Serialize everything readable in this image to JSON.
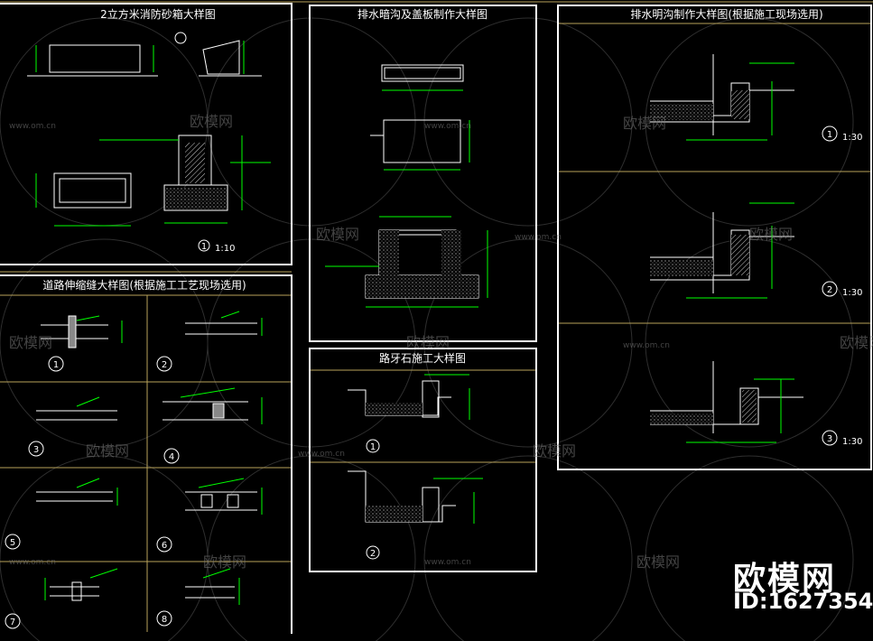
{
  "panels": {
    "sand_box": {
      "title": "2立方米消防砂箱大样图",
      "detail_no": "1",
      "scale": "1:10"
    },
    "drain_cover": {
      "title": "排水暗沟及盖板制作大样图"
    },
    "open_ditch": {
      "title": "排水明沟制作大样图(根据施工现场选用)",
      "details": [
        {
          "no": "1",
          "scale": "1:30"
        },
        {
          "no": "2",
          "scale": "1:30"
        },
        {
          "no": "3",
          "scale": "1:30"
        }
      ]
    },
    "road_joint": {
      "title": "道路伸缩缝大样图(根据施工工艺现场选用)",
      "details": [
        "1",
        "2",
        "3",
        "4",
        "5",
        "6",
        "7",
        "8"
      ]
    },
    "curb": {
      "title": "路牙石施工大样图",
      "details": [
        "1",
        "2"
      ]
    }
  },
  "watermarks": {
    "text": "欧模网",
    "url": "www.om.cn"
  },
  "brand": {
    "name": "欧模网",
    "id": "ID:1627354"
  },
  "colors": {
    "frame": "#ffffff",
    "divider": "#b8a25a",
    "line": "#00ff00",
    "dim": "#ffffff",
    "hatch": "#cccccc",
    "bg": "#000000"
  }
}
